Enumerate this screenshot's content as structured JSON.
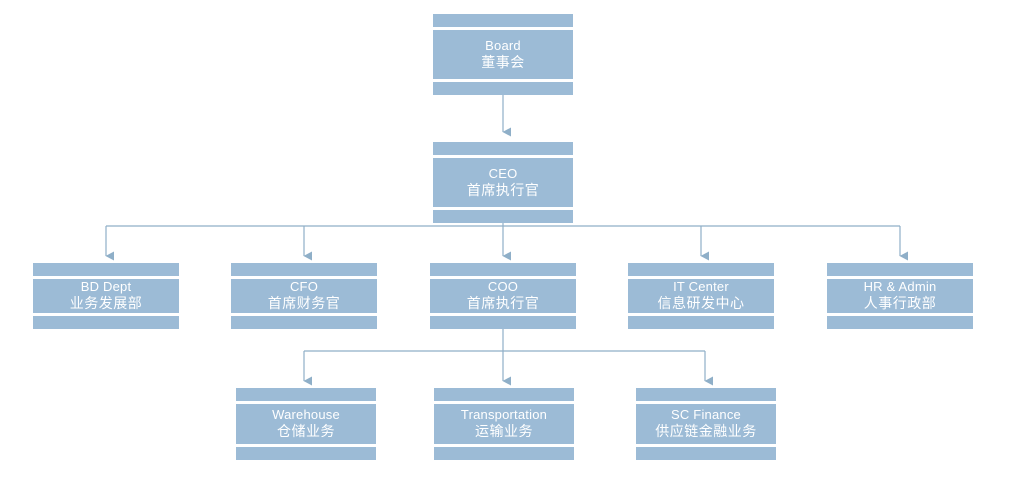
{
  "chart_data": {
    "type": "diagram",
    "title": "",
    "diagram_kind": "organizational-chart",
    "orientation": "top-down",
    "colors": {
      "node_fill": "#9CBBD6",
      "node_text": "#FFFFFF",
      "connector": "#8FAFC8",
      "background": "#FFFFFF"
    },
    "levels": [
      [
        "board"
      ],
      [
        "ceo"
      ],
      [
        "bd_dept",
        "cfo",
        "coo",
        "it_center",
        "hr_admin"
      ],
      [
        "warehouse",
        "transportation",
        "sc_finance"
      ]
    ],
    "edges": [
      {
        "from": "board",
        "to": "ceo"
      },
      {
        "from": "ceo",
        "to": "bd_dept"
      },
      {
        "from": "ceo",
        "to": "cfo"
      },
      {
        "from": "ceo",
        "to": "coo"
      },
      {
        "from": "ceo",
        "to": "it_center"
      },
      {
        "from": "ceo",
        "to": "hr_admin"
      },
      {
        "from": "coo",
        "to": "warehouse"
      },
      {
        "from": "coo",
        "to": "transportation"
      },
      {
        "from": "coo",
        "to": "sc_finance"
      }
    ]
  },
  "nodes": {
    "board": {
      "en": "Board",
      "cn": "董事会"
    },
    "ceo": {
      "en": "CEO",
      "cn": "首席执行官"
    },
    "bd_dept": {
      "en": "BD Dept",
      "cn": "业务发展部"
    },
    "cfo": {
      "en": "CFO",
      "cn": "首席财务官"
    },
    "coo": {
      "en": "COO",
      "cn": "首席执行官"
    },
    "it_center": {
      "en": "IT Center",
      "cn": "信息研发中心"
    },
    "hr_admin": {
      "en": "HR & Admin",
      "cn": "人事行政部"
    },
    "warehouse": {
      "en": "Warehouse",
      "cn": "仓储业务"
    },
    "transportation": {
      "en": "Transportation",
      "cn": "运输业务"
    },
    "sc_finance": {
      "en": "SC Finance",
      "cn": "供应链金融业务"
    }
  }
}
